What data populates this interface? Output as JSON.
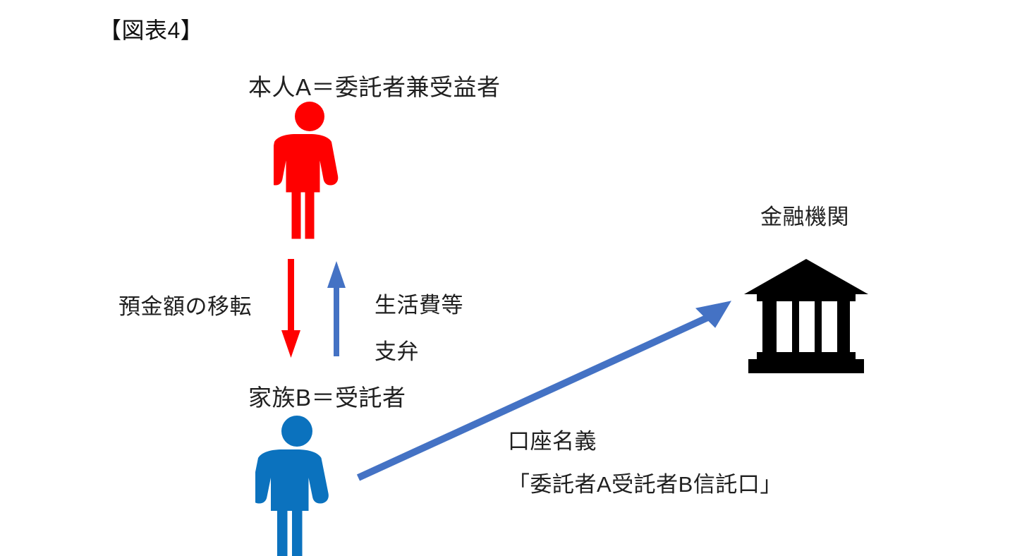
{
  "figure": {
    "title": "【図表4】",
    "background_color": "#ffffff"
  },
  "colors": {
    "principal_red": "#FF0000",
    "trustee_blue": "#0B72BE",
    "arrow_blue": "#4472C4",
    "bank_black": "#000000",
    "text_dark": "#202020"
  },
  "nodes": {
    "principal": {
      "label": "本人A＝委託者兼受益者",
      "icon": "person-icon",
      "icon_color": "#FF0000",
      "role": "委託者兼受益者"
    },
    "family": {
      "label": "家族B＝受託者",
      "icon": "person-icon",
      "icon_color": "#0B72BE",
      "role": "受託者"
    },
    "bank": {
      "label": "金融機関",
      "icon": "bank-icon",
      "icon_color": "#000000"
    }
  },
  "edges": {
    "transfer": {
      "label": "預金額の移転",
      "direction": "down",
      "color": "#FF0000",
      "from": "principal",
      "to": "family"
    },
    "living_expenses": {
      "label_line1": "生活費等",
      "label_line2": "支弁",
      "direction": "up",
      "color": "#4472C4",
      "from": "family",
      "to": "principal"
    },
    "account": {
      "label_line1": "口座名義",
      "label_line2": "「委託者A受託者B信託口」",
      "direction": "up-right",
      "color": "#4472C4",
      "from": "family",
      "to": "bank"
    }
  }
}
